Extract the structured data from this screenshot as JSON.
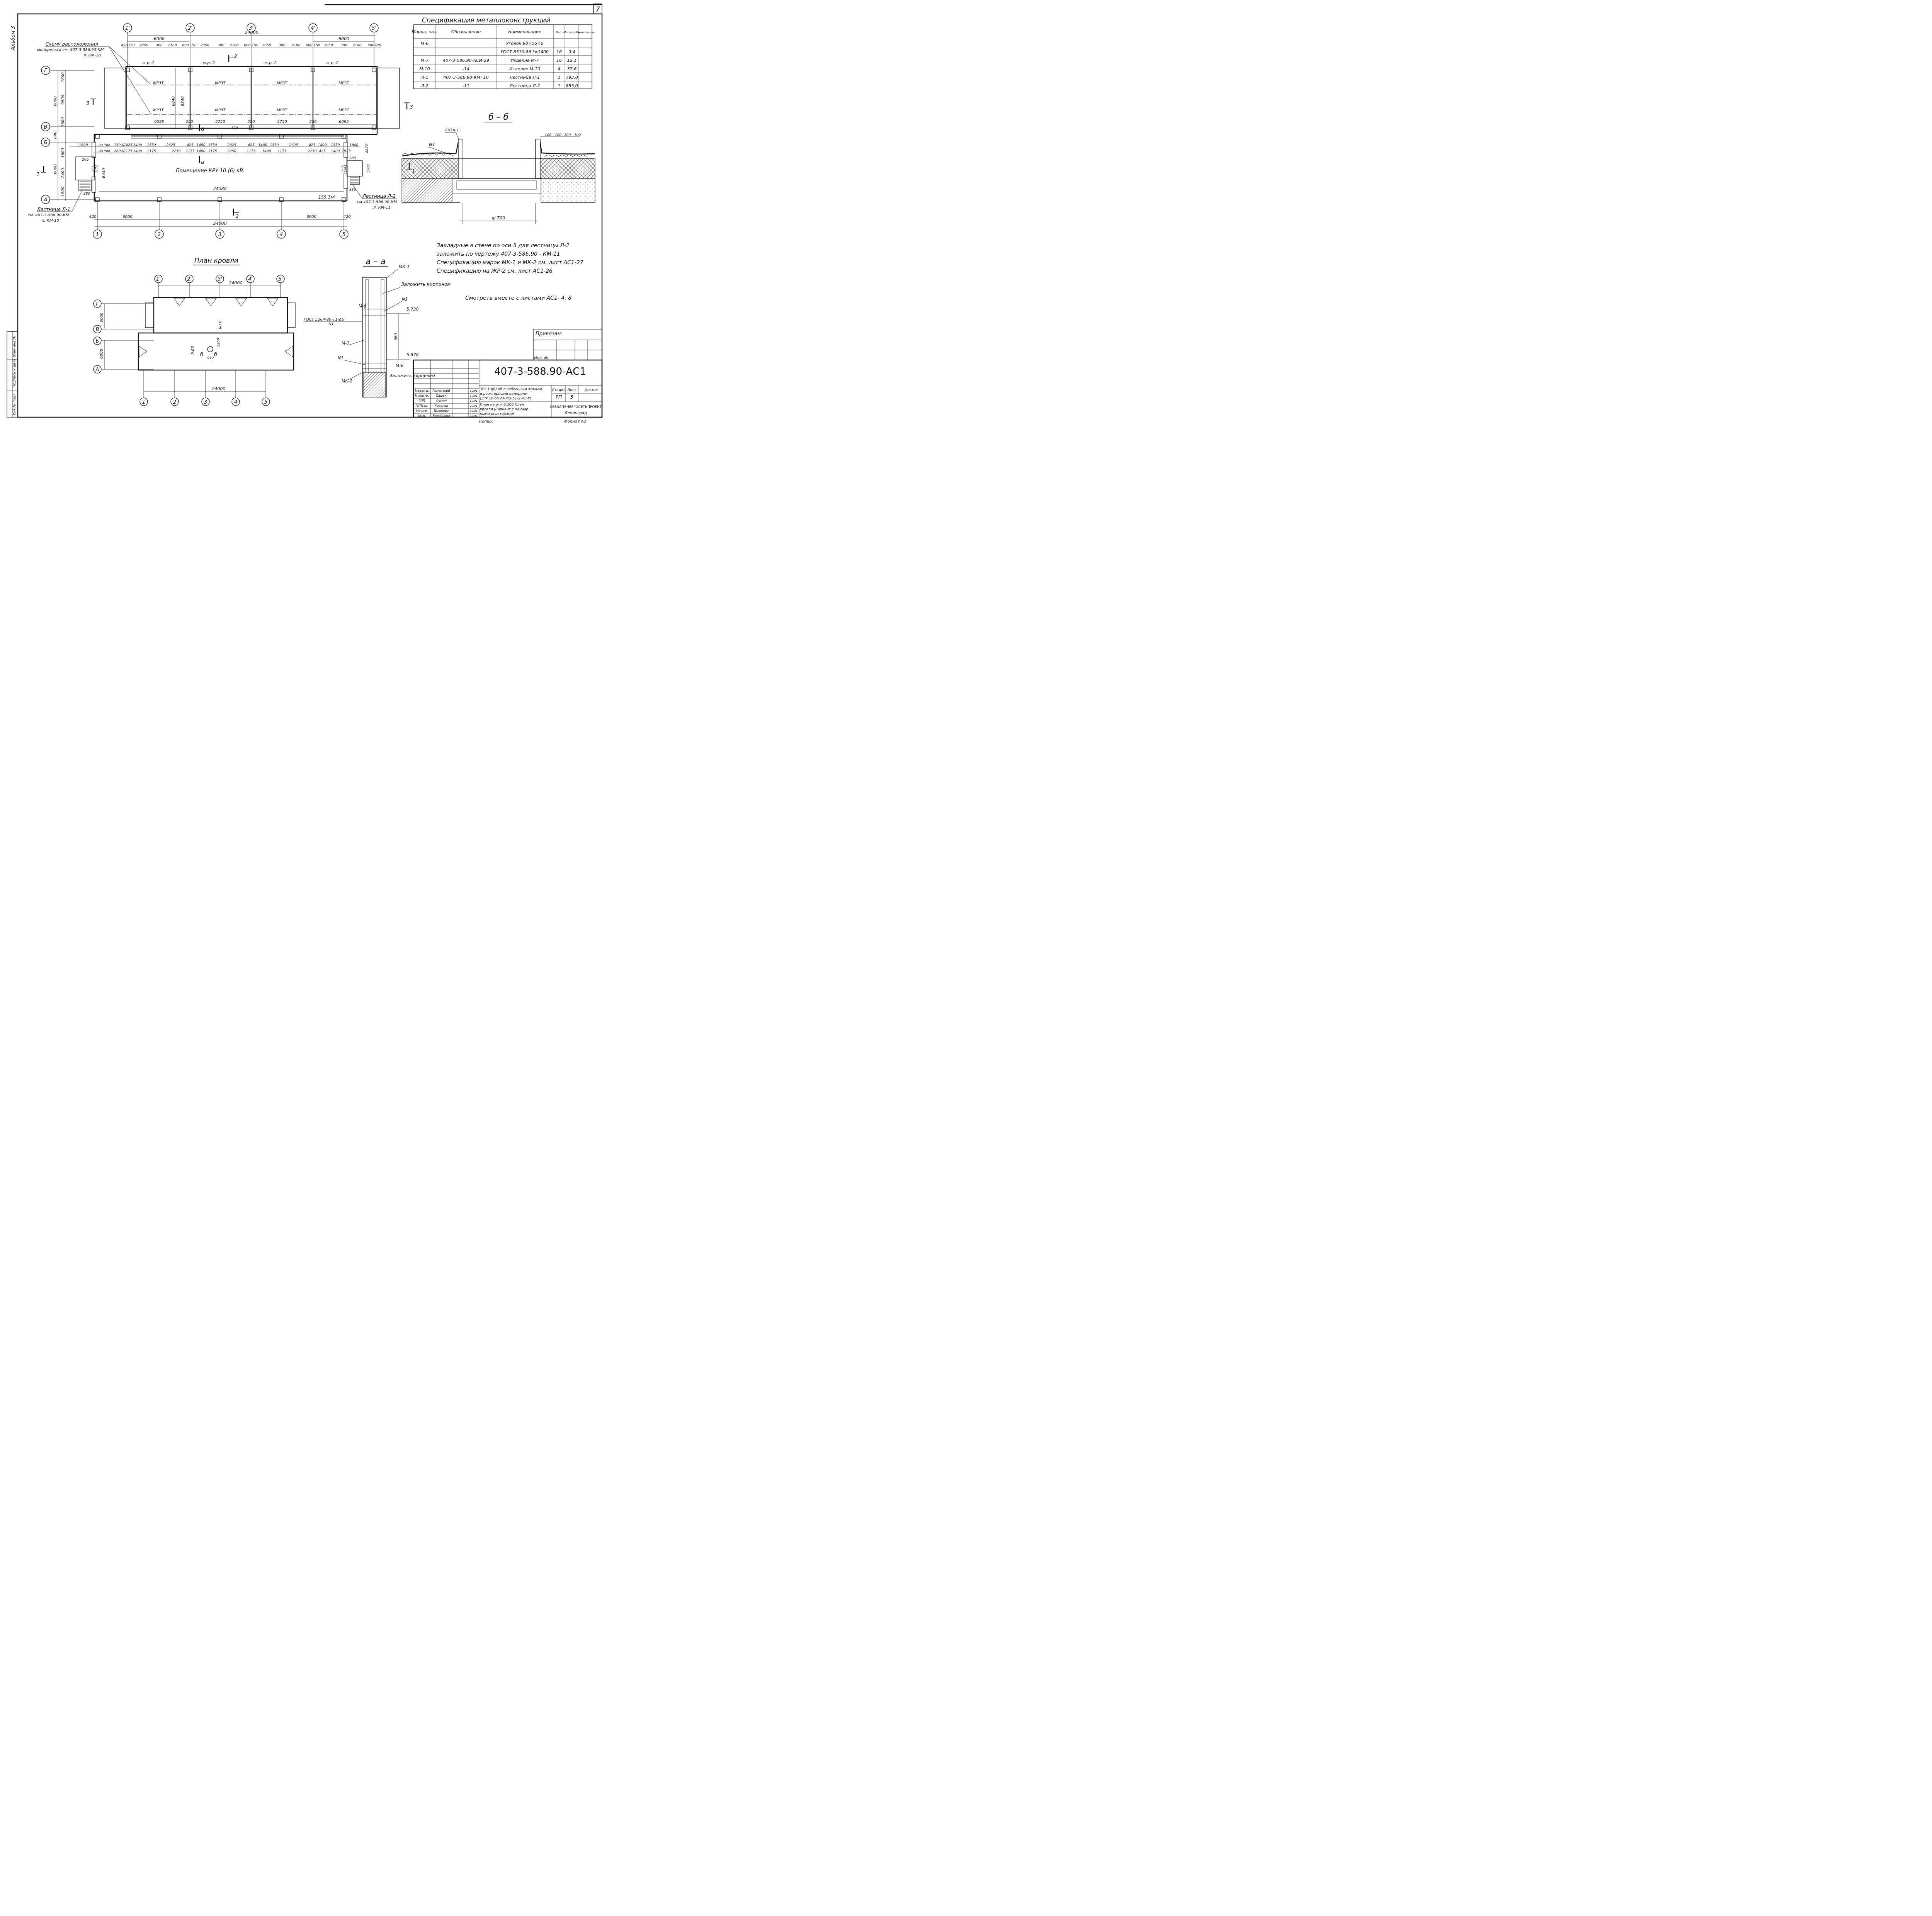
{
  "sheet": {
    "number": "7",
    "left_strip": {
      "album": "Альбом 3",
      "inv_orig": "Инв.№ подл.",
      "sign_date": "Подпись и дата",
      "inv_instead": "Взам.инв.№"
    }
  },
  "plan": {
    "axes_top": [
      "1'",
      "2'",
      "3'",
      "4'",
      "5'"
    ],
    "axes_bottom": [
      "1",
      "2",
      "3",
      "4",
      "5"
    ],
    "axes_left": [
      "Г",
      "В",
      "Б",
      "А"
    ],
    "dim_24000": "24000",
    "dim_6000_l": "6000",
    "dim_6000_r": "6000",
    "top_row": [
      "420",
      "150",
      "2850",
      "300",
      "2100",
      "600",
      "150",
      "2850",
      "300",
      "2100",
      "600",
      "150",
      "2850",
      "300",
      "2100",
      "600",
      "150",
      "2850",
      "300",
      "2100",
      "600",
      "420"
    ],
    "jr_labels": [
      "ж.р.-2",
      "ж.р.-2",
      "ж.р.-2",
      "ж.р.-2"
    ],
    "mr_labels": [
      "МР3Т",
      "МР3Т",
      "МР3Т",
      "МР3Т",
      "МР3Т",
      "МР3Т",
      "МР3Т",
      "МР3Т"
    ],
    "left_dims": [
      "1600",
      "2800",
      "1600",
      "6000",
      "840",
      "1800",
      "2400",
      "6000",
      "1800"
    ],
    "dim_6840": "6840",
    "mid_row": [
      "6095",
      "250",
      "5750",
      "250",
      "5750",
      "250",
      "6095"
    ],
    "mid_small": "320",
    "row_nator1": [
      "1800",
      "на тов",
      "1500Д",
      "425",
      "1400",
      "1550",
      "2625",
      "425",
      "1400",
      "1550",
      "2625",
      "425",
      "1400",
      "1550",
      "2625",
      "425",
      "1400",
      "1550",
      "1800"
    ],
    "row_nator2": [
      "на тов",
      "2600Д",
      "175",
      "1400",
      "1175",
      "2250",
      "1175",
      "1400",
      "1175",
      "2250",
      "1175",
      "1400",
      "1175",
      "2250",
      "425",
      "1400",
      "1925"
    ],
    "room_label": "Помещение КРУ 10 (6) кВ.",
    "room_area": "155,1м²",
    "dim_24080": "24080",
    "dim_6440": "6440",
    "bottom_dims": [
      "420",
      "6000",
      "6000",
      "420"
    ],
    "bottom_24000": "24000",
    "section_marks": [
      "2",
      "2",
      "a",
      "a",
      "1",
      "1",
      "3",
      "3"
    ],
    "circle_marks": [
      "2",
      "3"
    ],
    "small_dims": [
      "200",
      "380",
      "380",
      "380",
      "2250",
      "1500"
    ],
    "note_monorail_1": "Схему расположения",
    "note_monorail_2": "монорельса см. 407-3-586.90-КМ",
    "note_monorail_3": "л. КМ-18",
    "note_stair1_1": "Лестница Л-1",
    "note_stair1_2": "см. 407-3-586.90-КМ",
    "note_stair1_3": "л. КМ-10",
    "note_stair2_1": "Лестница Л-2",
    "note_stair2_2": "см 407-3-586.90-КМ",
    "note_stair2_3": "л. КМ-11"
  },
  "spec": {
    "title": "Спецификация металлоконструкций",
    "headers": [
      "Марка, поз.",
      "Обозначение",
      "Наименование",
      "Кол.",
      "Масса ед.кг",
      "Приме-чание"
    ],
    "rows": [
      [
        "М-6",
        "",
        "Уголок 90×56×6",
        "",
        "",
        ""
      ],
      [
        "",
        "",
        "ГОСТ 8510-86 ℓ=1400",
        "16",
        "9.4",
        ""
      ],
      [
        "М-7",
        "407-3-586.90-АСИ-29",
        "Изделие М-7",
        "16",
        "12.1",
        ""
      ],
      [
        "М-10",
        "-14",
        "Изделие М-10",
        "4",
        "37.6",
        ""
      ],
      [
        "Л-1",
        "407-3-586.90-КМ- 10",
        "Лестница Л-1",
        "1",
        "793,0",
        ""
      ],
      [
        "Л-2",
        "-11",
        "Лестница Л-2",
        "1",
        "655,0",
        ""
      ]
    ]
  },
  "section_bb": {
    "title": "б – б",
    "labels": [
      "Е67А-1",
      "N1",
      "100",
      "100",
      "100",
      "100"
    ],
    "dim": "ф 700"
  },
  "notes": [
    "Закладные в стене по оси 5 для лестницы Л-2",
    "заложить по чертежу 407-3-586.90 - КМ-11",
    "Спецификацию марок МК-1 и МК-2 см. лист АС1-27",
    "Спецификацию на ЖР-2 см. лист АС1-26"
  ],
  "see_also": "Смотреть вместе с листами АС1- 4, 8",
  "roof": {
    "title": "План кровли",
    "axes_top": [
      "1'",
      "2'",
      "3'",
      "4'",
      "5'"
    ],
    "axes_bottom": [
      "1",
      "2",
      "3",
      "4",
      "5"
    ],
    "axes_left": [
      "Г",
      "В",
      "Б",
      "А"
    ],
    "dim_top": "24000",
    "dim_bottom": "24000",
    "dims_left": [
      "6000",
      "6000"
    ],
    "slope_labels": [
      "0.05",
      "0.05"
    ],
    "hole_labels": [
      "б",
      "б",
      "2250",
      "912"
    ]
  },
  "section_aa": {
    "title": "а – а",
    "labels": [
      "МК-1",
      "Заложить кирпичом",
      "N1",
      "М-6",
      "ГОСТ 5264-80-Т1-Δ6",
      "N1",
      "М-7",
      "N1",
      "М-6",
      "МК-2",
      "Заложить кирпичом"
    ],
    "levels": [
      "5.730",
      "5.870"
    ],
    "dim": "860"
  },
  "stamp": {
    "privyazan": "Привязан:",
    "inv": "Инв. №",
    "code": "407-3-588.90-АС1",
    "roles": [
      "Нач.отд.",
      "Н.контр.",
      "ГИП",
      "ГИПстр.",
      "Нач.гр.",
      "Инж."
    ],
    "names": [
      "Роменский",
      "Сацюк",
      "Фомин",
      "Ковалев",
      "Шленова",
      "Воробьева"
    ],
    "dates": [
      "10.91",
      "10.91",
      "10.91",
      "10.91",
      "10.91",
      "10.91"
    ],
    "title_1": "ЗРУ 10(6) кВ с кабельным этажом",
    "title_2": "и реакторными камерами",
    "title_3": "(ЗРУ 10-6×24-Ж5-51-2-КЭ-Р)",
    "sheet_title_1": "План на отм 3,100 План",
    "sheet_title_2": "кровли (Вариант с одинар-",
    "sheet_title_3": "ными реакторами)",
    "stage_h": "Стадия",
    "list_h": "Лист",
    "lists_h": "Листов",
    "stage": "РП",
    "list": "5",
    "org_1": "СЕВЗАПЭНЕРГОСЕТЬПРОЕКТ",
    "org_2": "Ленинград",
    "copied": "Копир.",
    "format": "Формат А2"
  }
}
